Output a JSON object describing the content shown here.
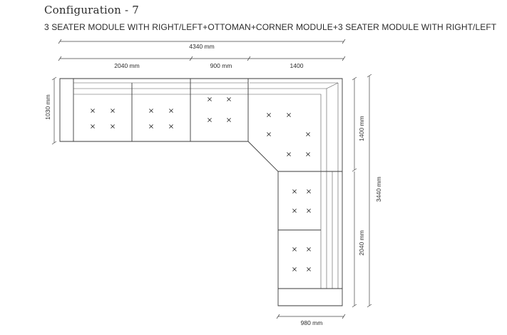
{
  "header": {
    "title": "Configuration - 7",
    "subtitle": "3 SEATER MODULE WITH RIGHT/LEFT+OTTOMAN+CORNER MODULE+3 SEATER MODULE WITH RIGHT/LEFT"
  },
  "dimensions": {
    "total_width": "4340 mm",
    "seg_3seater": "2040 mm",
    "seg_ottoman": "900 mm",
    "seg_corner": "1400",
    "depth_left": "1030 mm",
    "corner_height": "1400 mm",
    "right_3seater": "2040 mm",
    "total_height": "3440 mm",
    "bottom_width": "980 mm"
  },
  "colors": {
    "line": "#3a3a3a",
    "background": "#ffffff"
  }
}
